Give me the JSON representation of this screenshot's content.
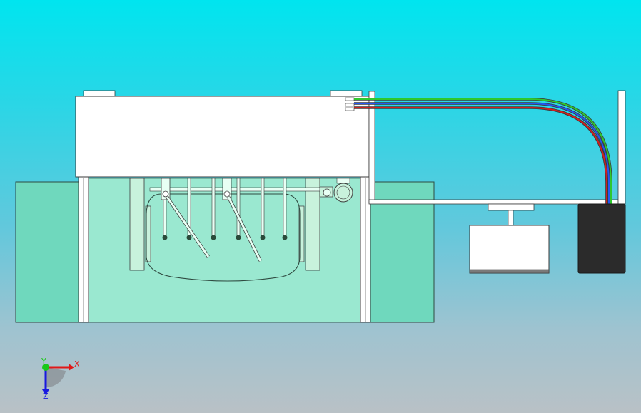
{
  "viewport": {
    "background_top": "#00e5ef",
    "background_bottom": "#b9c1c6"
  },
  "triad": {
    "x_label": "X",
    "y_label": "Y",
    "z_label": "Z",
    "x_color": "#e01818",
    "y_color": "#18c818",
    "z_color": "#1818e0"
  },
  "pipes": [
    {
      "name": "pipe-green",
      "color": "#2ec82e"
    },
    {
      "name": "pipe-blue",
      "color": "#2456f0"
    },
    {
      "name": "pipe-red",
      "color": "#d02020"
    }
  ],
  "colors": {
    "tank_water": "#6fd8bd",
    "inner_water": "#9ae8d0",
    "body_white": "#ffffff",
    "outline": "#3a3a3a",
    "dark_box": "#2b2b2b"
  }
}
